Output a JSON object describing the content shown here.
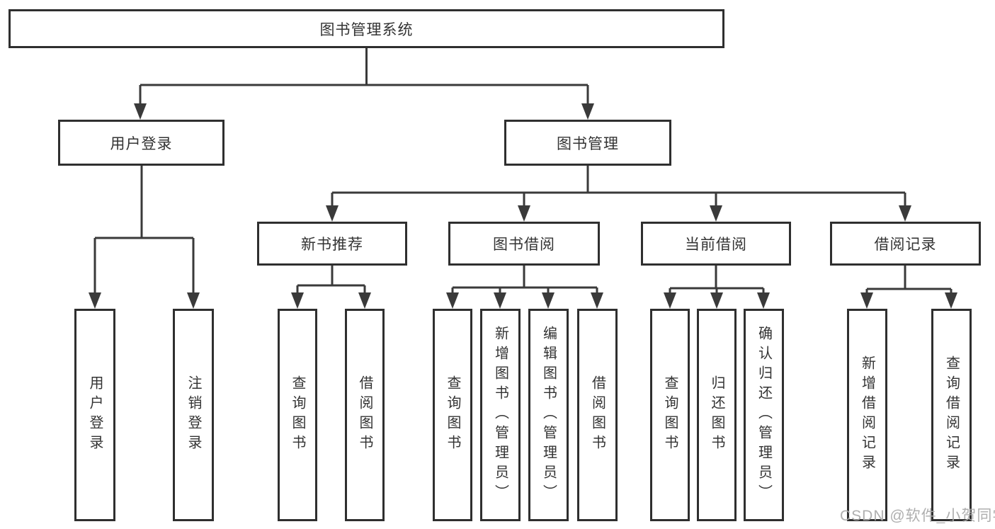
{
  "diagram_title": "图书管理系统",
  "tree": {
    "root": {
      "label": "图书管理系统",
      "children": [
        {
          "label": "用户登录",
          "children": [
            {
              "label": "用户登录"
            },
            {
              "label": "注销登录"
            }
          ]
        },
        {
          "label": "图书管理",
          "children": [
            {
              "label": "新书推荐",
              "children": [
                {
                  "label": "查询图书"
                },
                {
                  "label": "借阅图书"
                }
              ]
            },
            {
              "label": "图书借阅",
              "children": [
                {
                  "label": "查询图书"
                },
                {
                  "label": "新增图书（管理员）"
                },
                {
                  "label": "编辑图书（管理员）"
                },
                {
                  "label": "借阅图书"
                }
              ]
            },
            {
              "label": "当前借阅",
              "children": [
                {
                  "label": "查询图书"
                },
                {
                  "label": "归还图书"
                },
                {
                  "label": "确认归还（管理员）"
                }
              ]
            },
            {
              "label": "借阅记录",
              "children": [
                {
                  "label": "新增借阅记录"
                },
                {
                  "label": "查询借阅记录"
                }
              ]
            }
          ]
        }
      ]
    }
  },
  "watermark": "CSDN @软件_小贺同学",
  "colors": {
    "background": "#ffffff",
    "line": "#3a3a3a",
    "box_border": "#2f2f2f",
    "text": "#333333",
    "watermark": "#a8a8a8"
  }
}
